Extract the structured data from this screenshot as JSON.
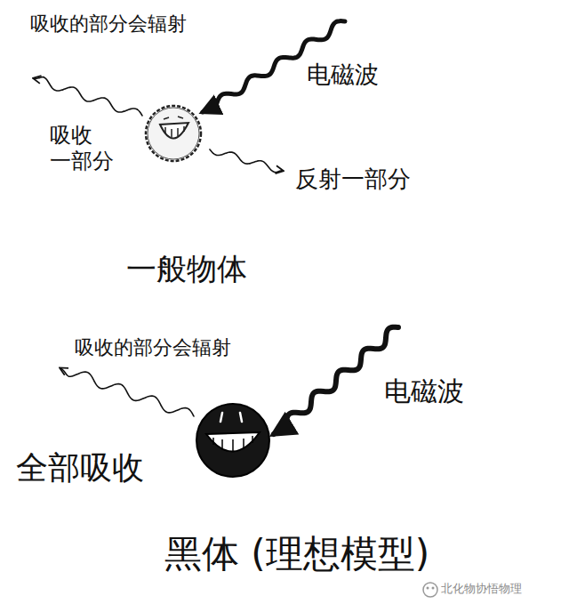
{
  "diagram": {
    "labels": [
      "吸收的部分会辐射",
      "电磁波",
      "吸收 一部分",
      "反射一部分",
      "一般物体",
      "吸收的部分会辐射",
      "电磁波",
      "全部吸收",
      "黑体 (理想模型)",
      "北化物协悟物理"
    ]
  }
}
